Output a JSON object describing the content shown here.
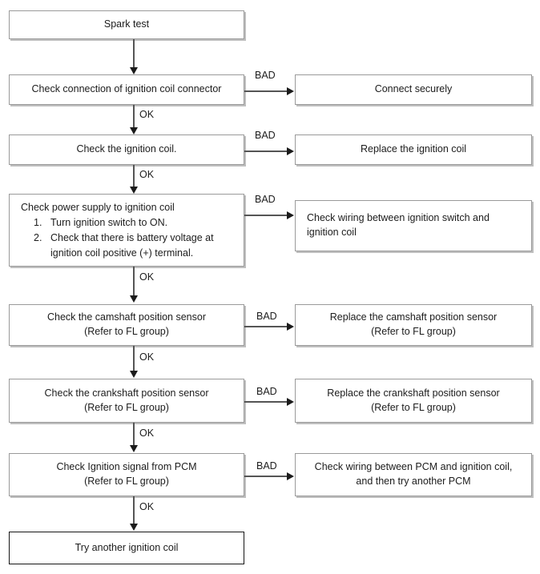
{
  "diagram": {
    "title": "Ignition coil spark test troubleshooting flowchart",
    "colors": {
      "background": "#ffffff",
      "box_border": "#9a9a9a",
      "box_border_dark": "#171717",
      "box_shadow": "#bfbfbf",
      "connector": "#555555",
      "arrowhead": "#1b1b1b",
      "text": "#1c1c1c"
    },
    "edge_labels": {
      "ok": "OK",
      "bad": "BAD"
    },
    "nodes": {
      "start": "Spark test",
      "check_connector": "Check connection of ignition coil connector",
      "connect_securely": "Connect securely",
      "check_coil": "Check the ignition coil.",
      "replace_coil": "Replace the ignition coil",
      "check_power_heading": "Check power supply to ignition coil",
      "check_power_steps": [
        {
          "num": "1.",
          "text": "Turn ignition switch to ON."
        },
        {
          "num": "2.",
          "text": "Check that there is battery voltage at\nignition coil positive (+) terminal."
        }
      ],
      "check_wiring_switch": "Check wiring between ignition switch and\nignition coil",
      "check_cam_sensor": "Check the camshaft position sensor\n(Refer to FL group)",
      "replace_cam_sensor": "Replace the camshaft position sensor\n(Refer to FL group)",
      "check_crank_sensor": "Check the crankshaft position sensor\n(Refer to FL group)",
      "replace_crank_sensor": "Replace the crankshaft position sensor\n(Refer to FL group)",
      "check_ign_signal": "Check Ignition signal from PCM\n(Refer to FL group)",
      "check_wiring_pcm": "Check wiring between PCM and ignition coil,\nand then try another PCM",
      "try_another_coil": "Try another ignition coil"
    },
    "labels": {
      "ok_1": "OK",
      "ok_2": "OK",
      "ok_3": "OK",
      "ok_4": "OK",
      "ok_5": "OK",
      "ok_6": "OK",
      "bad_1": "BAD",
      "bad_2": "BAD",
      "bad_3": "BAD",
      "bad_4": "BAD",
      "bad_5": "BAD",
      "bad_6": "BAD"
    }
  }
}
